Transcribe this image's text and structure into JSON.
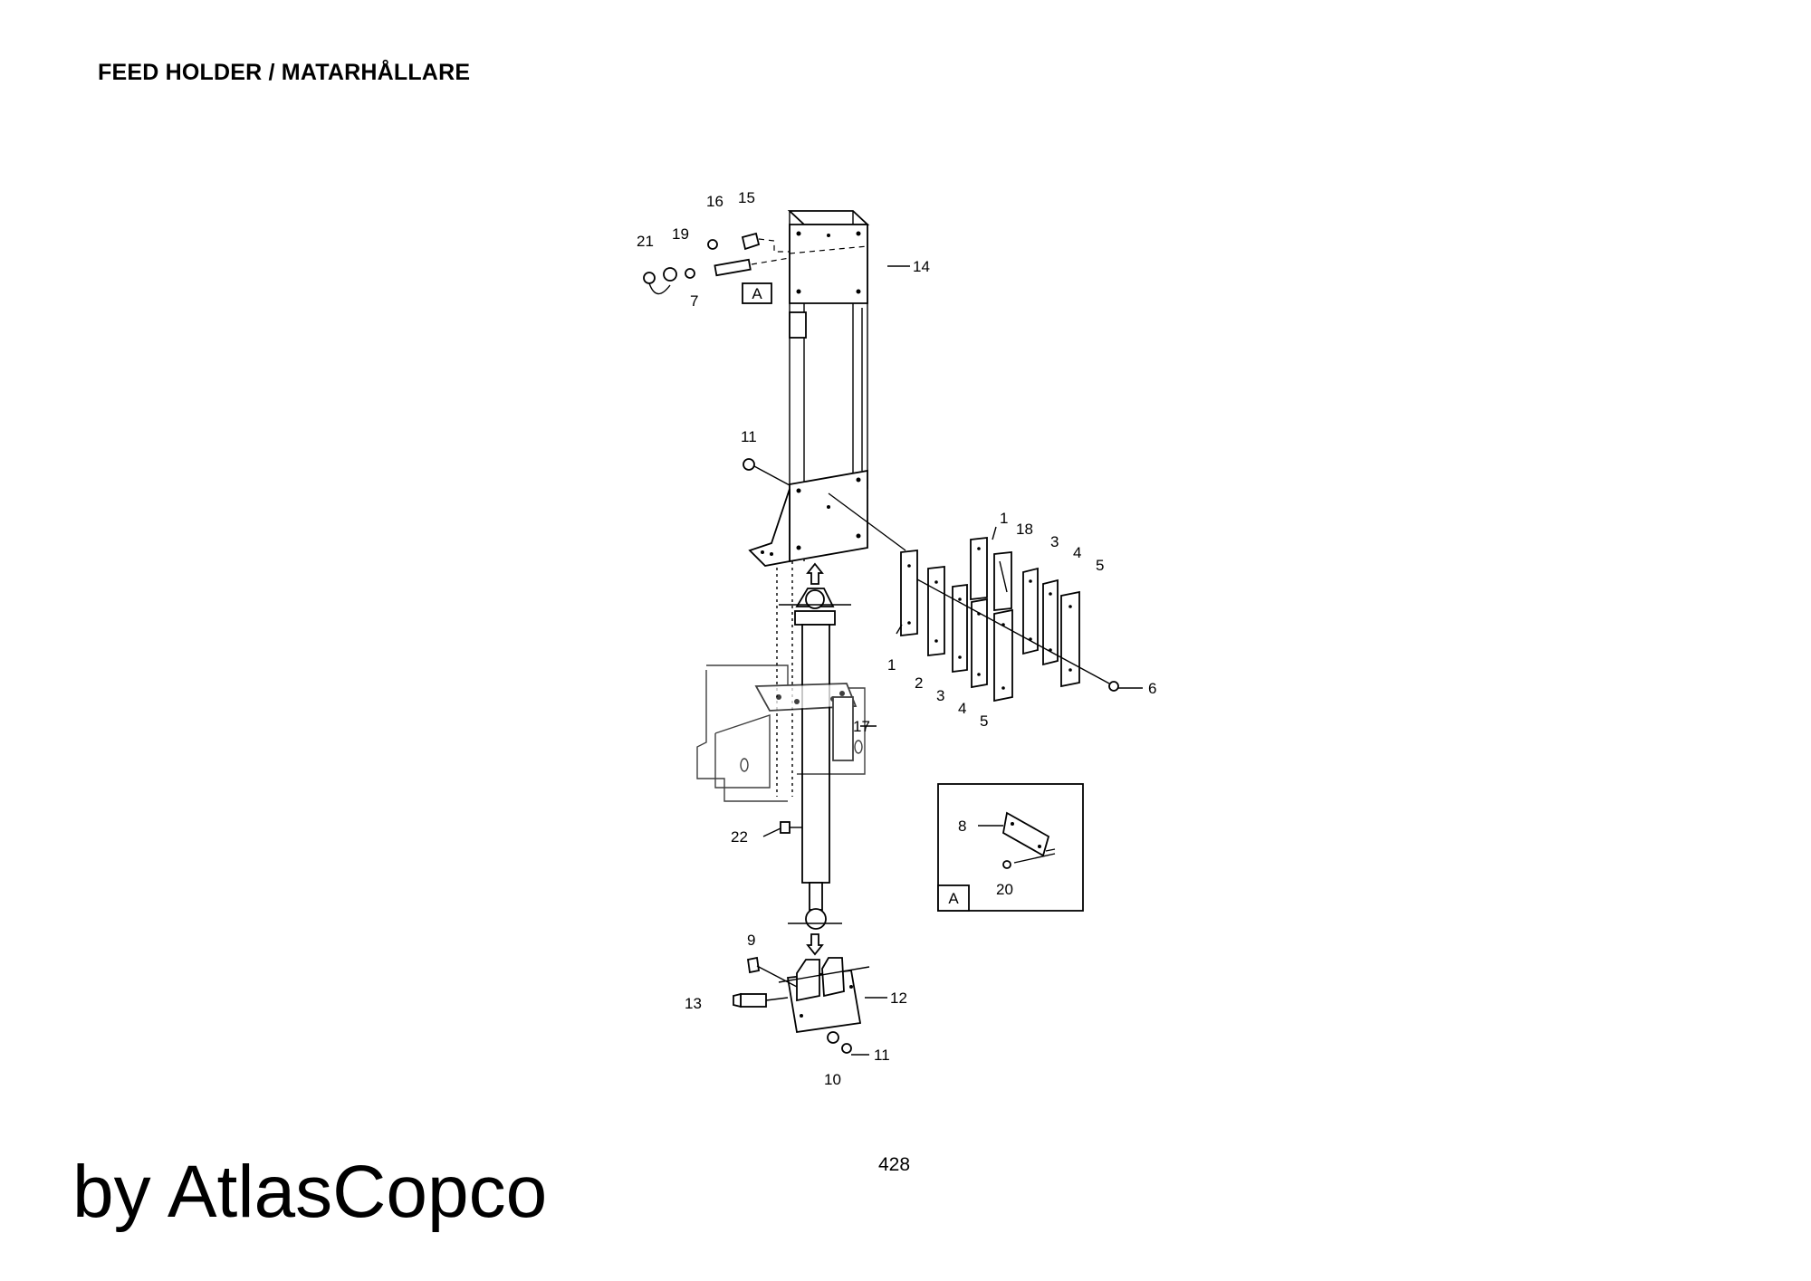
{
  "header": {
    "title": "FEED HOLDER / MATARHÅLLARE"
  },
  "footer": {
    "brand": "by AtlasCopco",
    "page_number": "428"
  },
  "diagram": {
    "part_labels": {
      "p1a": "1",
      "p1b": "1",
      "p2": "2",
      "p3a": "3",
      "p3b": "3",
      "p4a": "4",
      "p4b": "4",
      "p5a": "5",
      "p5b": "5",
      "p6": "6",
      "p7": "7",
      "p8": "8",
      "p9": "9",
      "p10": "10",
      "p11a": "11",
      "p11b": "11",
      "p12": "12",
      "p13": "13",
      "p14": "14",
      "p15": "15",
      "p16": "16",
      "p17": "17",
      "p18": "18",
      "p19": "19",
      "p20": "20",
      "p21": "21",
      "p22": "22"
    },
    "detail_callout": {
      "main": "A",
      "inset": "A"
    }
  }
}
